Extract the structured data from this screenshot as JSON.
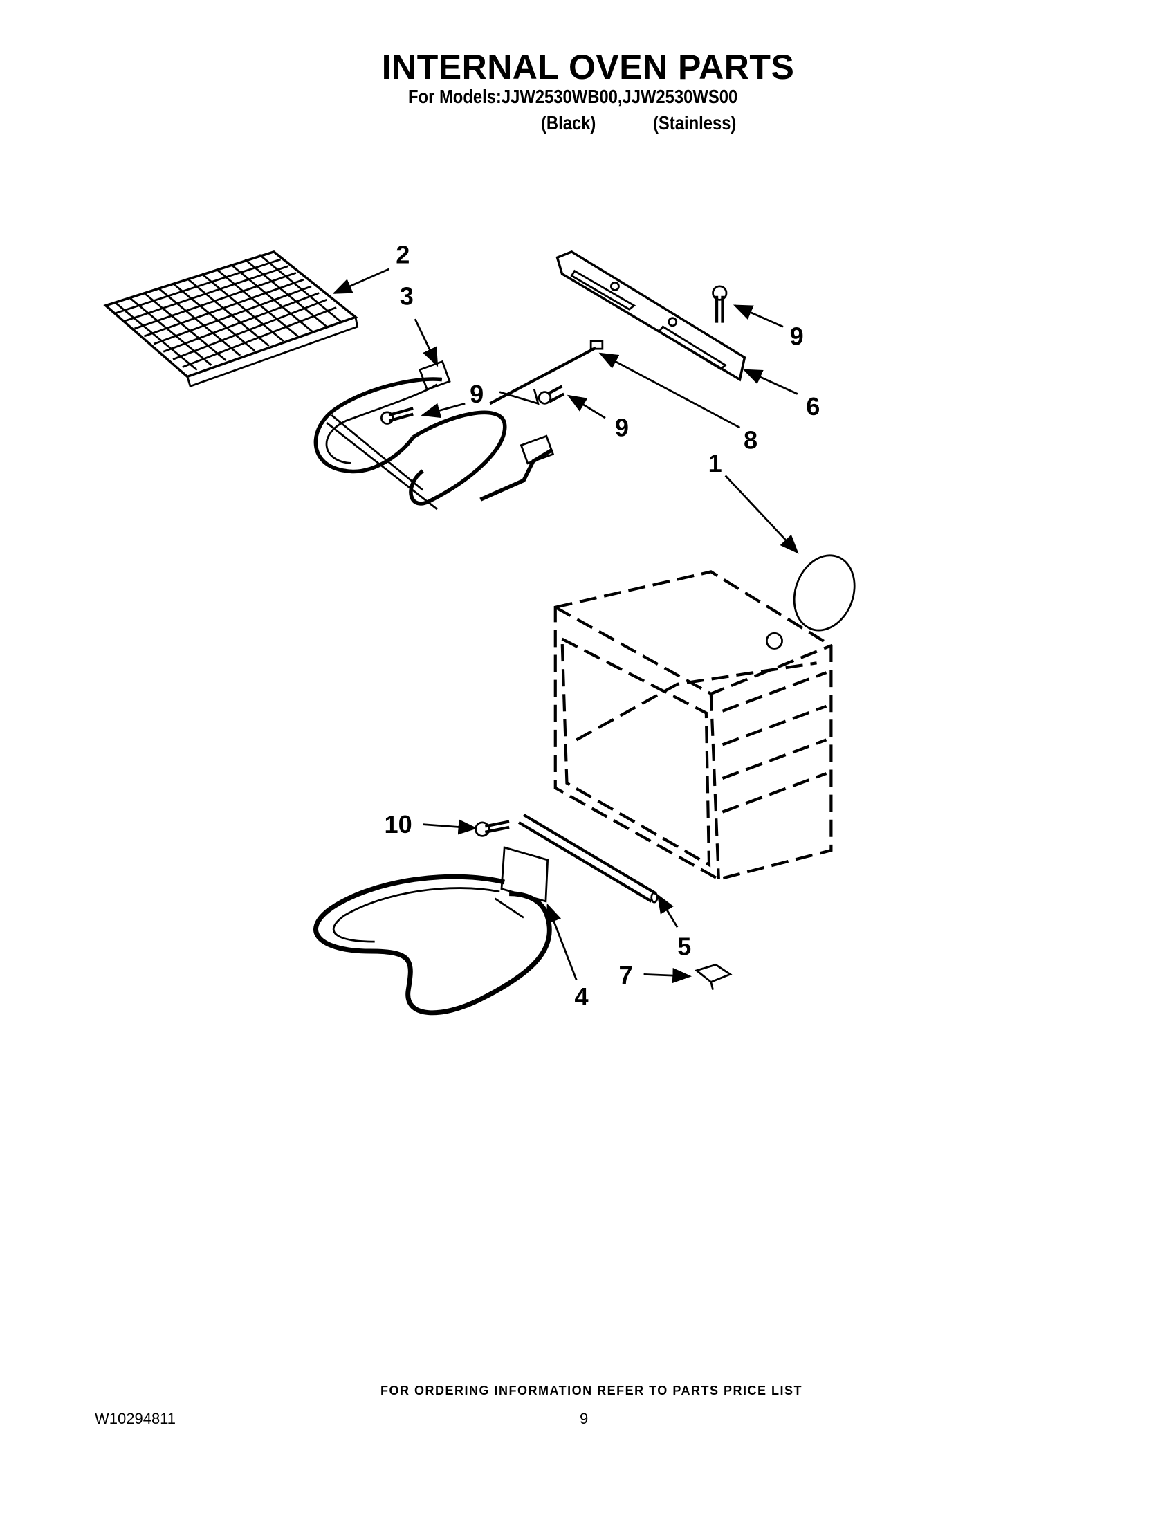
{
  "header": {
    "title": "INTERNAL OVEN PARTS",
    "models": "For Models:JJW2530WB00,JJW2530WS00",
    "variants": [
      "(Black)",
      "(Stainless)"
    ]
  },
  "callouts": [
    "2",
    "3",
    "9",
    "9",
    "8",
    "9",
    "6",
    "1",
    "10",
    "5",
    "7",
    "4"
  ],
  "footer": {
    "ordering": "FOR ORDERING INFORMATION REFER TO PARTS PRICE LIST",
    "document_number": "W10294811",
    "page_number": "9"
  }
}
